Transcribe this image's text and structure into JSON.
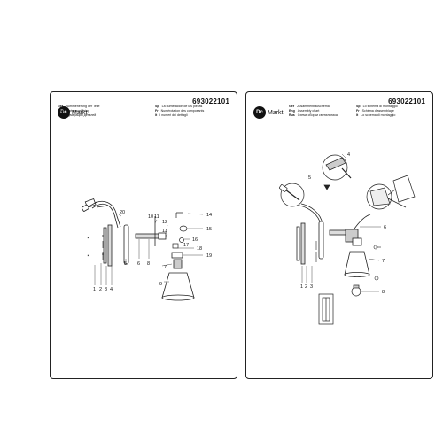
{
  "brand": {
    "logo_mark": "Dc",
    "logo_text": "Markt"
  },
  "left_sheet": {
    "code": "693022101",
    "languages": [
      {
        "code": "Ger",
        "text": "Nummerierung der Teile"
      },
      {
        "code": "Eng",
        "text": "Parts numbering"
      },
      {
        "code": "Rus",
        "text": "Нумерация деталей"
      },
      {
        "code": "Sp",
        "text": "La numeración de las piezas"
      },
      {
        "code": "Fr",
        "text": "Numérotation des composants"
      },
      {
        "code": "It",
        "text": "I numeri dei dettagli"
      }
    ],
    "part_numbers": [
      "1",
      "2",
      "3",
      "4",
      "5",
      "6",
      "7",
      "8",
      "9",
      "10",
      "11",
      "12",
      "13",
      "14",
      "15",
      "16",
      "17",
      "18",
      "19",
      "20"
    ]
  },
  "right_sheet": {
    "code": "693022101",
    "languages": [
      {
        "code": "Ger",
        "text": "Zusammenbauschema"
      },
      {
        "code": "Eng",
        "text": "Assembly chart"
      },
      {
        "code": "Rus",
        "text": "Схема сборки светильника"
      },
      {
        "code": "Sp",
        "text": "Lo schema di montaggio"
      },
      {
        "code": "Fr",
        "text": "Schéma d'assemblage"
      },
      {
        "code": "It",
        "text": "Lo schema di montaggio"
      }
    ],
    "step_numbers": [
      "1",
      "2",
      "3",
      "4",
      "5",
      "6",
      "7",
      "8"
    ]
  },
  "colors": {
    "line": "#222222",
    "paper": "#ffffff"
  },
  "icons": [
    "screwdriver-icon",
    "wall-mount-icon",
    "bulb-icon",
    "lamp-shade-icon",
    "switch-box-icon"
  ]
}
